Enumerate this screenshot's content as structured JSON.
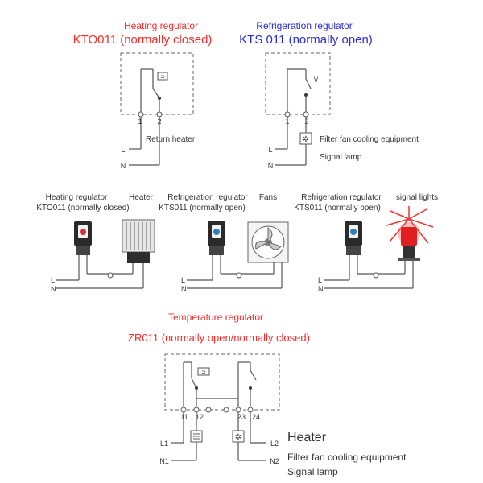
{
  "top_left": {
    "title": "Heating regulator",
    "model": "KTO011 (normally closed)",
    "terminal_1": "1",
    "terminal_2": "2",
    "line_l": "L",
    "line_n": "N",
    "load_label": "Return heater"
  },
  "top_right": {
    "title": "Refrigeration regulator",
    "model": "KTS 011 (normally open)",
    "terminal_1": "1",
    "terminal_2": "2",
    "line_l": "L",
    "line_n": "N",
    "load_label_1": "Filter fan cooling equipment",
    "load_label_2": "Signal lamp"
  },
  "middle": {
    "panel_heater": {
      "regulator_title": "Heating regulator",
      "regulator_model": "KTO011 (normally closed)",
      "device_label": "Heater",
      "line_l": "L",
      "line_n": "N"
    },
    "panel_fans": {
      "regulator_title": "Refrigeration regulator",
      "regulator_model": "KTS011 (normally open)",
      "device_label": "Fans",
      "line_l": "L",
      "line_n": "N"
    },
    "panel_signal": {
      "regulator_title": "Refrigeration regulator",
      "regulator_model": "KTS011 (normally open)",
      "device_label": "signal lights",
      "line_l": "L",
      "line_n": "N"
    }
  },
  "bottom": {
    "title": "Temperature regulator",
    "model": "ZR011 (normally open/normally closed)",
    "terminals": [
      "11",
      "12",
      "23",
      "24"
    ],
    "line_l1": "L1",
    "line_n1": "N1",
    "line_l2": "L2",
    "line_n2": "N2",
    "load_heater": "Heater",
    "load_fan": "Filter fan cooling equipment",
    "load_lamp": "Signal lamp"
  },
  "colors": {
    "red_text": "#ff2a2a",
    "blue_text": "#2b2bd9",
    "wire": "#555555"
  }
}
